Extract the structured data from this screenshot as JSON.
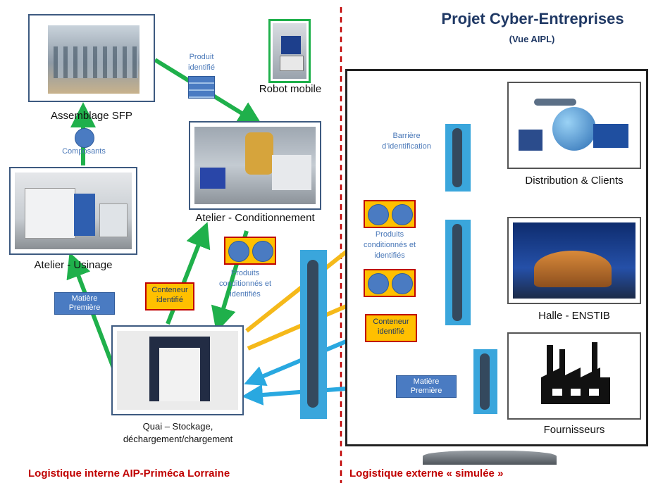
{
  "header": {
    "title": "Projet Cyber-Entreprises",
    "subtitle": "(Vue AIPL)"
  },
  "nodes": {
    "assemblage": "Assemblage SFP",
    "robot": "Robot mobile",
    "conditionnement": "Atelier - Conditionnement",
    "usinage": "Atelier - Usinage",
    "quai": [
      "Quai – Stockage,",
      "déchargement/chargement"
    ],
    "distribution": "Distribution & Clients",
    "halle": "Halle - ENSTIB",
    "fournisseurs": "Fournisseurs"
  },
  "labels": {
    "produit_identifie": [
      "Produit",
      "identifié"
    ],
    "composants": "Composants",
    "matiere_premiere": [
      "Matière",
      "Première"
    ],
    "conteneur_identifie": [
      "Conteneur",
      "identifié"
    ],
    "produits_cond": [
      "Produits",
      "conditionnés et",
      "identifiés"
    ],
    "barriere": [
      "Barrière",
      "d’identification"
    ]
  },
  "footer": {
    "left": "Logistique interne AIP-Priméca Lorraine",
    "right": "Logistique externe « simulée »"
  },
  "colors": {
    "green": "#1fb04b",
    "yellow": "#f5b91a",
    "blue": "#29a8e0",
    "red": "#c00000",
    "navy": "#1f3864"
  }
}
